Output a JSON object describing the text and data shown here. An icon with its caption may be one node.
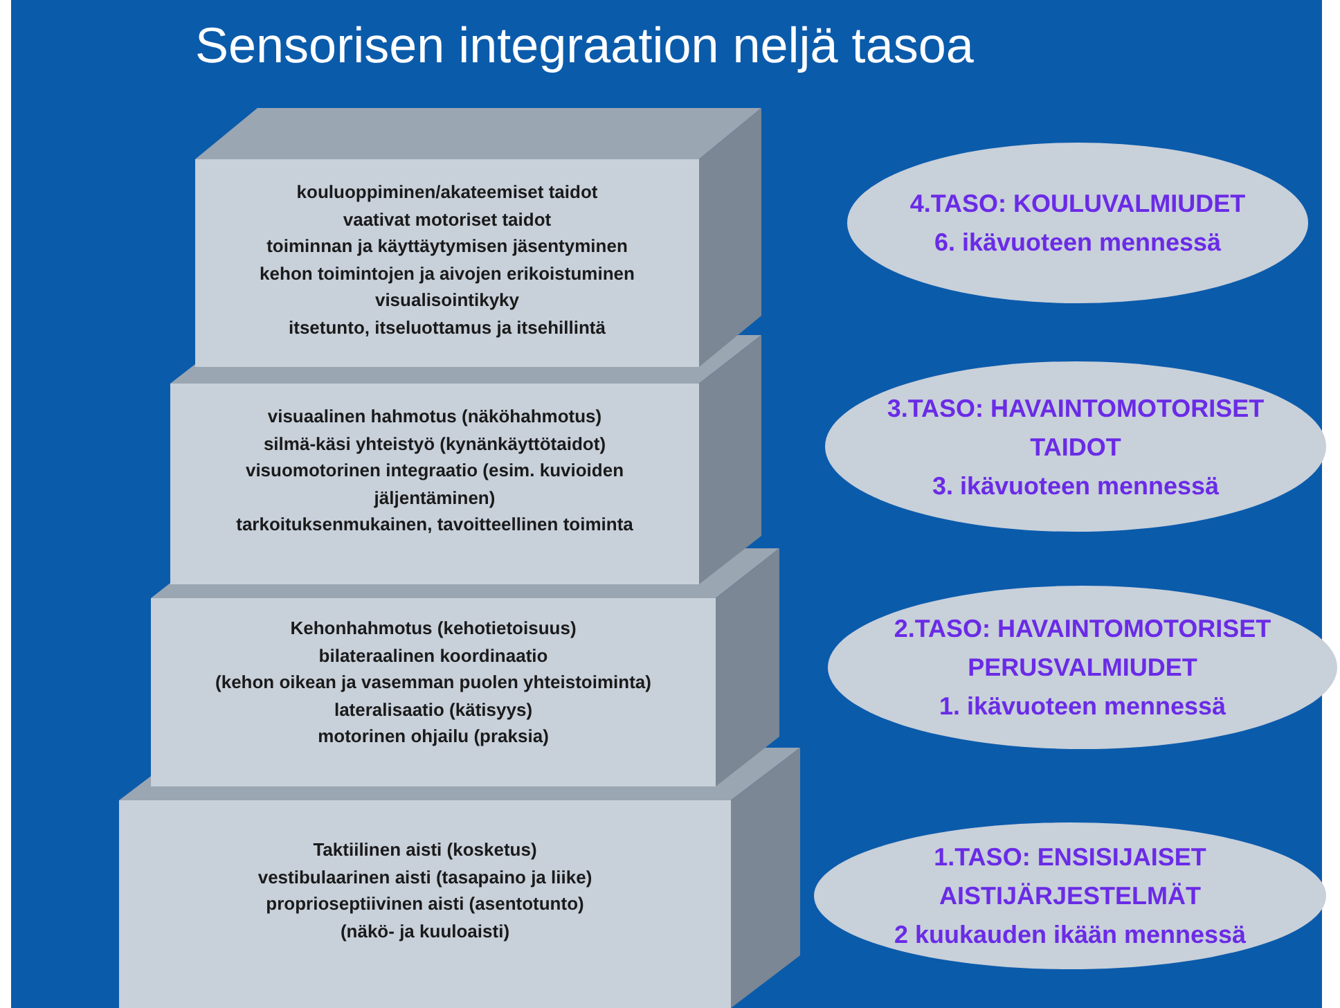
{
  "diagram": {
    "title": "Sensorisen integraation neljä tasoa",
    "nodes": [
      {
        "text": [
          "kouluoppiminen/akateemiset taidot",
          "vaativat motoriset taidot",
          "toiminnan ja käyttäytymisen jäsentyminen",
          "kehon toimintojen ja aivojen erikoistuminen",
          "visualisointikyky",
          "itsetunto, itseluottamus ja itsehillintä"
        ]
      },
      {
        "text": [
          "4.TASO: KOULUVALMIUDET",
          "6. ikävuoteen mennessä"
        ]
      },
      {
        "text": [
          "visuaalinen hahmotus (näköhahmotus)",
          "silmä-käsi yhteistyö (kynänkäyttötaidot)",
          "visuomotorinen integraatio (esim. kuvioiden jäljentäminen)",
          "tarkoituksenmukainen, tavoitteellinen toiminta"
        ]
      },
      {
        "text": [
          "3.TASO: HAVAINTOMOTORISET TAIDOT",
          "3. ikävuoteen mennessä"
        ]
      },
      {
        "text": [
          "Kehonhahmotus (kehotietoisuus)",
          "bilateraalinen koordinaatio",
          "(kehon oikean ja vasemman puolen yhteistoiminta)",
          "lateralisaatio (kätisyys)",
          "motorinen ohjailu (praksia)"
        ]
      },
      {
        "text": [
          "2.TASO: HAVAINTOMOTORISET PERUSVALMIUDET",
          "1. ikävuoteen mennessä"
        ]
      },
      {
        "text": [
          "Taktiilinen aisti (kosketus)",
          "vestibulaarinen aisti (tasapaino ja liike)",
          "proprioseptiivinen aisti (asentotunto)",
          "(näkö- ja kuuloaisti)"
        ]
      },
      {
        "text": [
          "1.TASO: ENSISIJAISET AISTIJÄRJESTELMÄT",
          "2 kuukauden ikään mennessä"
        ]
      }
    ]
  }
}
